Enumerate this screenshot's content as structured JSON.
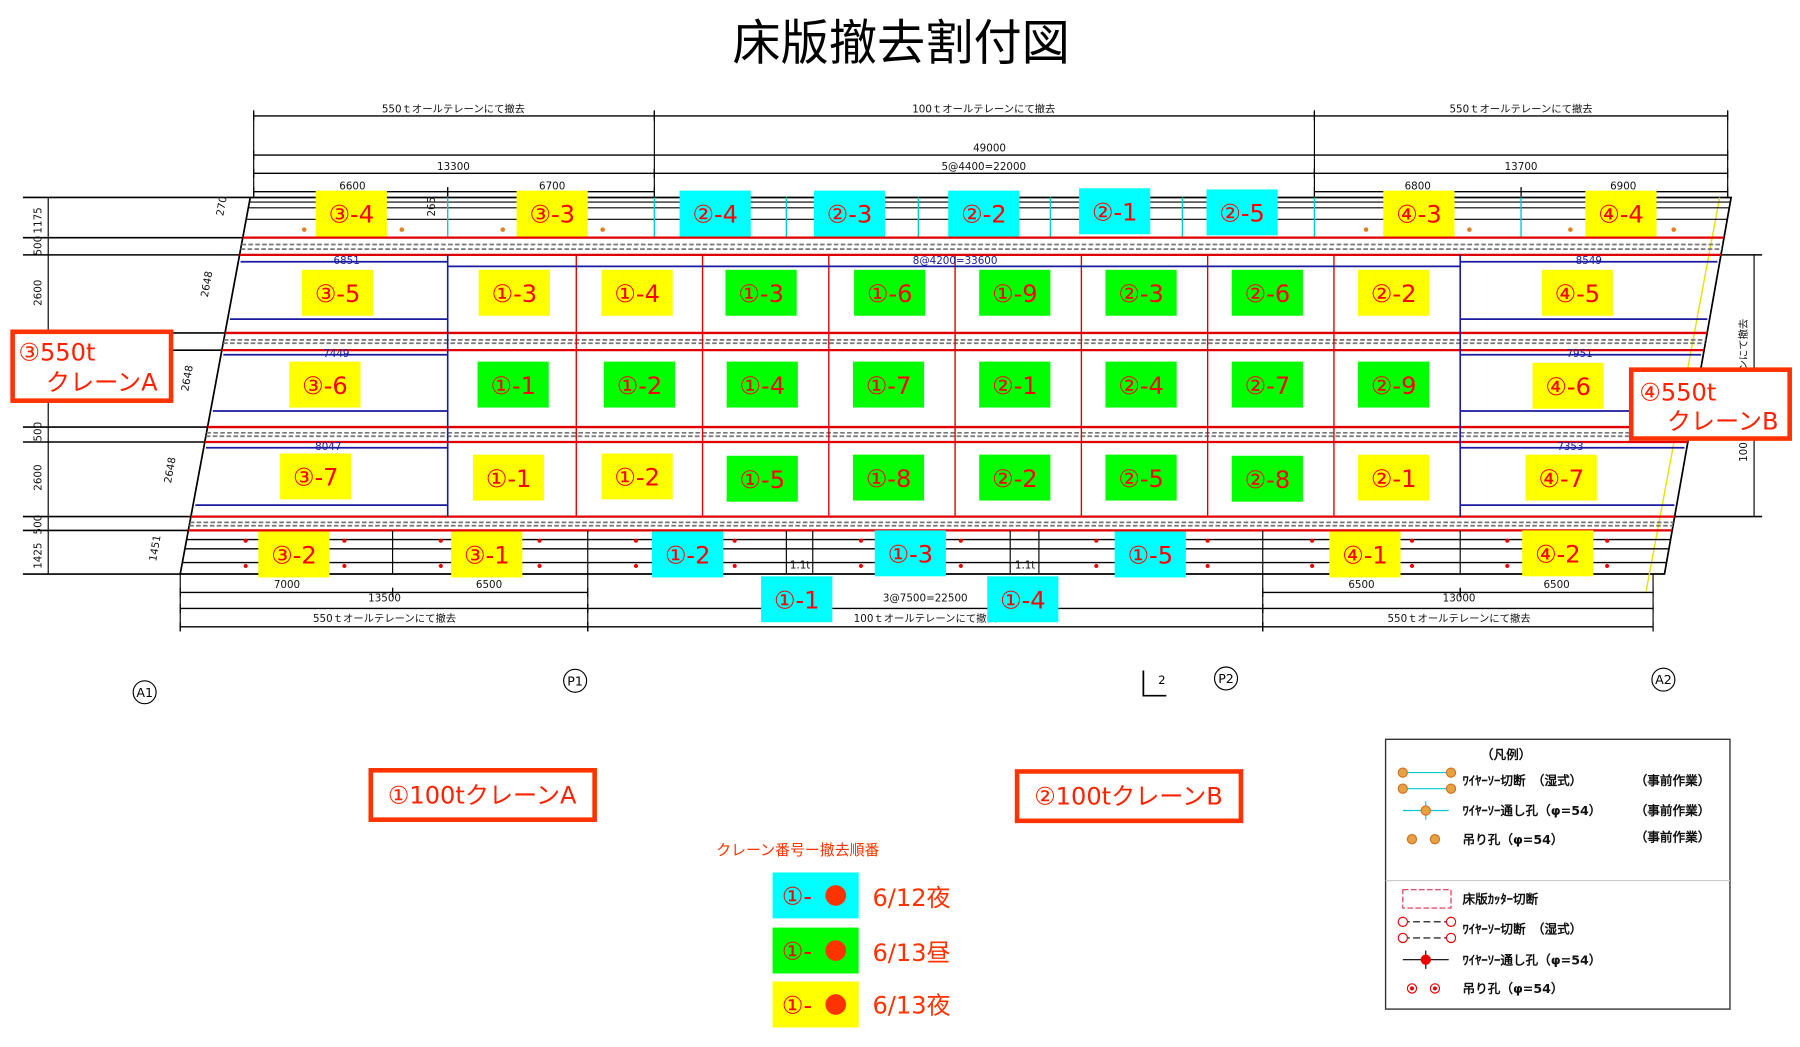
{
  "title": "床版撤去割付図",
  "colors": {
    "yellow": "#ffff00",
    "cyan": "#00ffff",
    "green": "#00ff00",
    "text_red": "#ff0000",
    "box_border": "#ff3300"
  },
  "top_dims": {
    "row1": [
      "550ｔオールテレーンにて撤去",
      "100ｔオールテレーンにて撤去",
      "550ｔオールテレーンにて撤去"
    ],
    "total": "49000",
    "row3": [
      "13300",
      "5@4400=22000",
      "13700"
    ],
    "row4": [
      "6600",
      "6700",
      "6800",
      "6900"
    ]
  },
  "bottom_dims": {
    "row1": [
      "7000",
      "6500",
      "6500",
      "6500"
    ],
    "row2": [
      "13500",
      "3@7500=22500",
      "13000"
    ],
    "row3": [
      "550ｔオールテレーンにて撤去",
      "100ｔオールテレーンにて撤去",
      "550ｔオールテレーンにて撤去"
    ]
  },
  "left_dims": [
    "1175",
    "500",
    "2600",
    "500",
    "2600",
    "500",
    "1425"
  ],
  "slant_dims": [
    "270",
    "265",
    "2648",
    "2648",
    "2648",
    "1451"
  ],
  "blue_dims": [
    "6851",
    "8@4200=33600",
    "8549",
    "7449",
    "7951",
    "8047",
    "7353"
  ],
  "weights": [
    "1.1t",
    "1.1t"
  ],
  "right_dim": "100ｔオールテレーンにて撤去",
  "pieces": {
    "top": [
      [
        "③-4",
        "yellow"
      ],
      [
        "③-3",
        "yellow"
      ],
      [
        "②-4",
        "cyan"
      ],
      [
        "②-3",
        "cyan"
      ],
      [
        "②-2",
        "cyan"
      ],
      [
        "②-1",
        "cyan"
      ],
      [
        "②-5",
        "cyan"
      ],
      [
        "④-3",
        "yellow"
      ],
      [
        "④-4",
        "yellow"
      ]
    ],
    "rowA": [
      [
        "③-5",
        "yellow"
      ],
      [
        "①-3",
        "yellow"
      ],
      [
        "①-4",
        "yellow"
      ],
      [
        "①-3",
        "green"
      ],
      [
        "①-6",
        "green"
      ],
      [
        "①-9",
        "green"
      ],
      [
        "②-3",
        "green"
      ],
      [
        "②-6",
        "green"
      ],
      [
        "②-2",
        "yellow"
      ],
      [
        "④-5",
        "yellow"
      ]
    ],
    "rowB": [
      [
        "③-6",
        "yellow"
      ],
      [
        "①-1",
        "green"
      ],
      [
        "①-2",
        "green"
      ],
      [
        "①-4",
        "green"
      ],
      [
        "①-7",
        "green"
      ],
      [
        "②-1",
        "green"
      ],
      [
        "②-4",
        "green"
      ],
      [
        "②-7",
        "green"
      ],
      [
        "②-9",
        "green"
      ],
      [
        "④-6",
        "yellow"
      ]
    ],
    "rowC": [
      [
        "③-7",
        "yellow"
      ],
      [
        "①-1",
        "yellow"
      ],
      [
        "①-2",
        "yellow"
      ],
      [
        "①-5",
        "green"
      ],
      [
        "①-8",
        "green"
      ],
      [
        "②-2",
        "green"
      ],
      [
        "②-5",
        "green"
      ],
      [
        "②-8",
        "green"
      ],
      [
        "②-1",
        "yellow"
      ],
      [
        "④-7",
        "yellow"
      ]
    ],
    "bottom": [
      [
        "③-2",
        "yellow"
      ],
      [
        "③-1",
        "yellow"
      ],
      [
        "①-2",
        "cyan"
      ],
      [
        "①-3",
        "cyan"
      ],
      [
        "①-5",
        "cyan"
      ],
      [
        "④-1",
        "yellow"
      ],
      [
        "④-2",
        "yellow"
      ],
      [
        "①-1",
        "cyan"
      ],
      [
        "①-4",
        "cyan"
      ]
    ]
  },
  "cranes": {
    "c3": {
      "line1": "③550t",
      "line2": "クレーンA"
    },
    "c4": {
      "line1": "④550t",
      "line2": "クレーンB"
    },
    "c1": "①100tクレーンA",
    "c2": "②100tクレーンB"
  },
  "piers": [
    "A1",
    "P1",
    "P2",
    "A2"
  ],
  "section_mark": "2",
  "schedule": {
    "heading": "クレーン番号ー撤去順番",
    "items": [
      {
        "sample": "①-",
        "color": "cyan",
        "date": "6/12夜"
      },
      {
        "sample": "①-",
        "color": "green",
        "date": "6/13昼"
      },
      {
        "sample": "①-",
        "color": "yellow",
        "date": "6/13夜"
      }
    ]
  },
  "legend": {
    "title": "（凡例）",
    "pre": [
      {
        "label": "ﾜｲﾔｰｿｰ切断　（湿式）",
        "note": "（事前作業）"
      },
      {
        "label": "ﾜｲﾔｰｿｰ通し孔（φ=54）",
        "note": "（事前作業）"
      },
      {
        "label": "吊り孔（φ=54）",
        "note": "（事前作業）"
      }
    ],
    "main": [
      {
        "label": "床版ｶｯﾀｰ切断"
      },
      {
        "label": "ﾜｲﾔｰｿｰ切断　（湿式）"
      },
      {
        "label": "ﾜｲﾔｰｿｰ通し孔（φ=54）"
      },
      {
        "label": "吊り孔（φ=54）"
      }
    ]
  }
}
